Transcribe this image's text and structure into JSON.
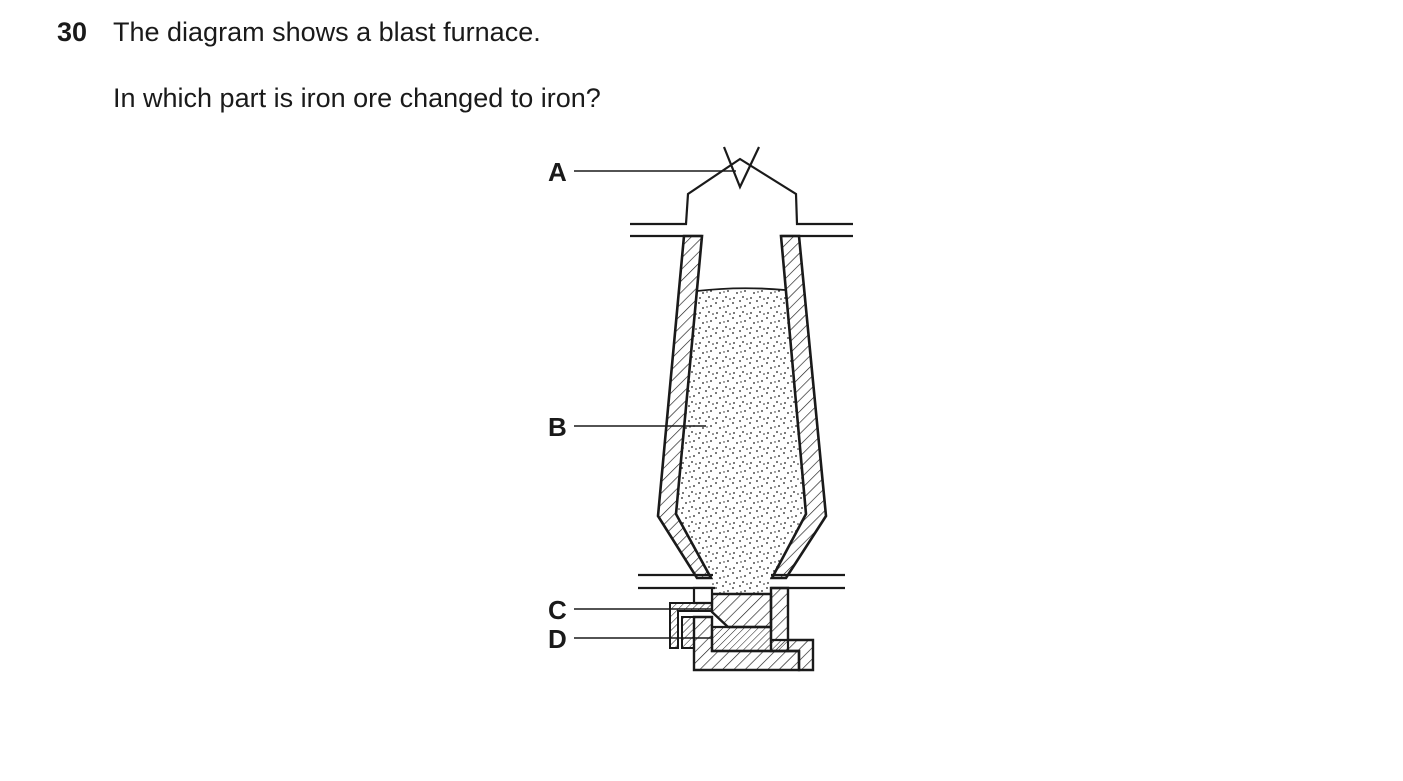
{
  "question": {
    "number": "30",
    "stem": "The diagram shows a blast furnace.",
    "prompt": "In which part is iron ore changed to iron?"
  },
  "diagram": {
    "labels": {
      "a": "A",
      "b": "B",
      "c": "C",
      "d": "D"
    }
  }
}
